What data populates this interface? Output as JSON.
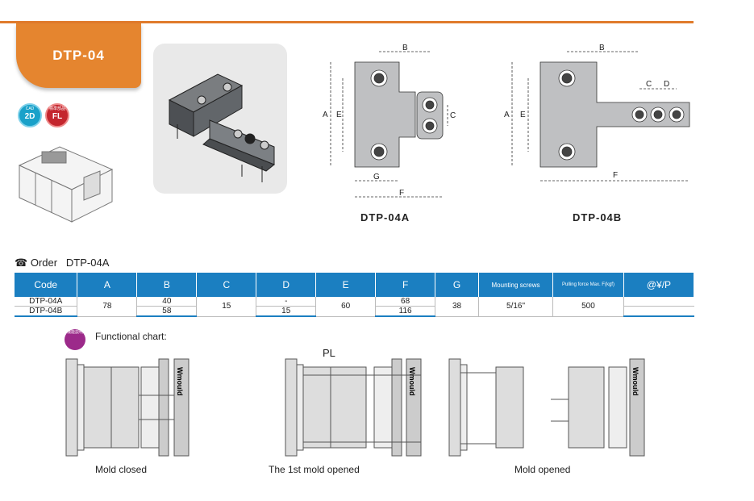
{
  "header": {
    "model": "DTP-04"
  },
  "badges": {
    "cad_top": "CAD",
    "cad": "2D",
    "fl_top": "標準部品",
    "fl": "FL"
  },
  "drawings": {
    "a": {
      "title": "DTP-04A",
      "dims": {
        "A": "A",
        "B": "B",
        "C": "C",
        "E": "E",
        "F": "F",
        "G": "G"
      }
    },
    "b": {
      "title": "DTP-04B",
      "dims": {
        "A": "A",
        "B": "B",
        "C": "C",
        "D": "D",
        "E": "E",
        "F": "F"
      }
    }
  },
  "order": {
    "label": "Order",
    "code": "DTP-04A"
  },
  "table": {
    "headers": [
      "Code",
      "A",
      "B",
      "C",
      "D",
      "E",
      "F",
      "G",
      "Mounting screws",
      "Pulling force Max. F(kgf)",
      "@¥/P"
    ],
    "rows": [
      [
        "DTP-04A",
        "78",
        "40",
        "15",
        "-",
        "60",
        "68",
        "38",
        "5/16\"",
        "500",
        ""
      ],
      [
        "DTP-04B",
        "",
        "58",
        "",
        "15",
        "",
        "116",
        "",
        "",
        "",
        ""
      ]
    ]
  },
  "functional": {
    "title": "Functional chart:",
    "icon_text": "機能説明",
    "pl_label": "PL",
    "brand": "Wmould",
    "captions": [
      "Mold closed",
      "The 1st mold opened",
      "Mold opened"
    ]
  }
}
